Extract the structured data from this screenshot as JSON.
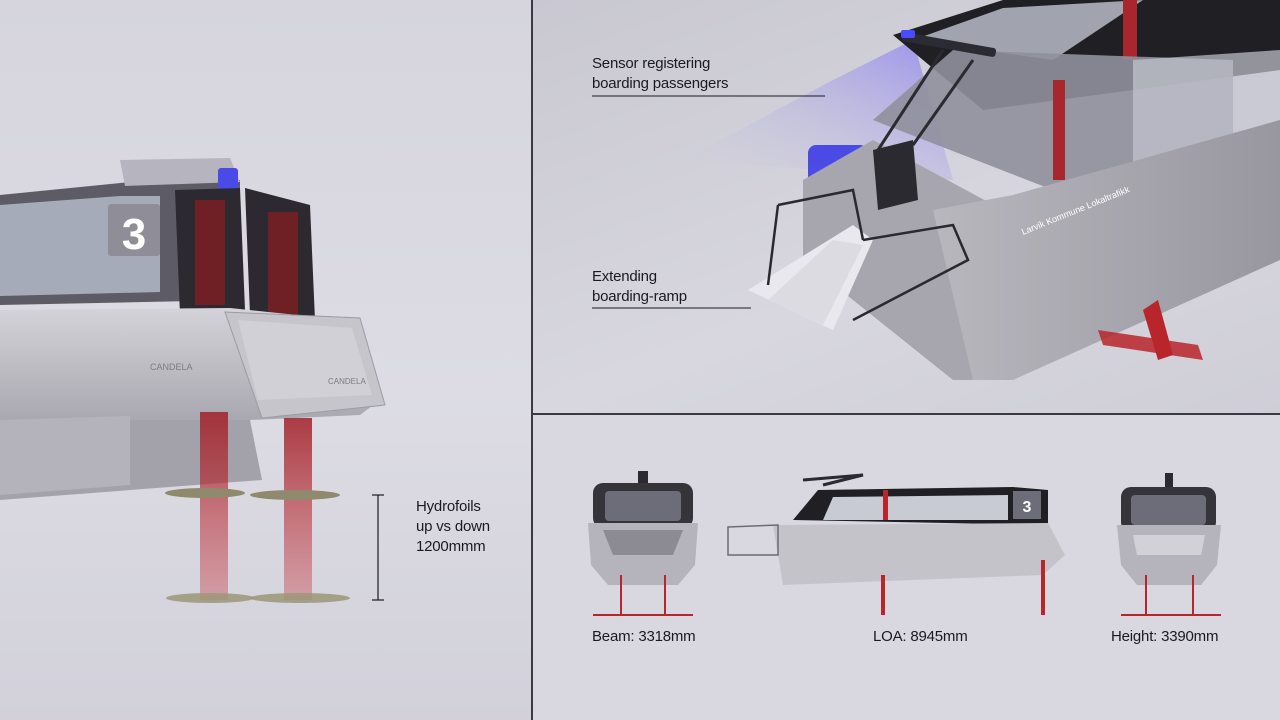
{
  "left_panel": {
    "hull_number": "3",
    "brand_text": "CANDELA",
    "annotation": {
      "line1": "Hydrofoils",
      "line2": "up vs down",
      "line3": "1200mmm"
    }
  },
  "top_right_panel": {
    "sensor_label": {
      "line1": "Sensor registering",
      "line2": "boarding passengers"
    },
    "ramp_label": {
      "line1": "Extending",
      "line2": "boarding-ramp"
    },
    "hull_livery": "Larvik Kommune Lokaltrafikk"
  },
  "bottom_right_panel": {
    "views": [
      {
        "label": "Beam: 3318mm"
      },
      {
        "label": "LOA: 8945mm"
      },
      {
        "label": "Height: 3390mm"
      }
    ],
    "side_hull_number": "3"
  },
  "colors": {
    "hull": "#c8c7cd",
    "foil_red": "#b8262c",
    "canopy": "#2a2a30",
    "sensor_blue": "#3b3bff"
  }
}
